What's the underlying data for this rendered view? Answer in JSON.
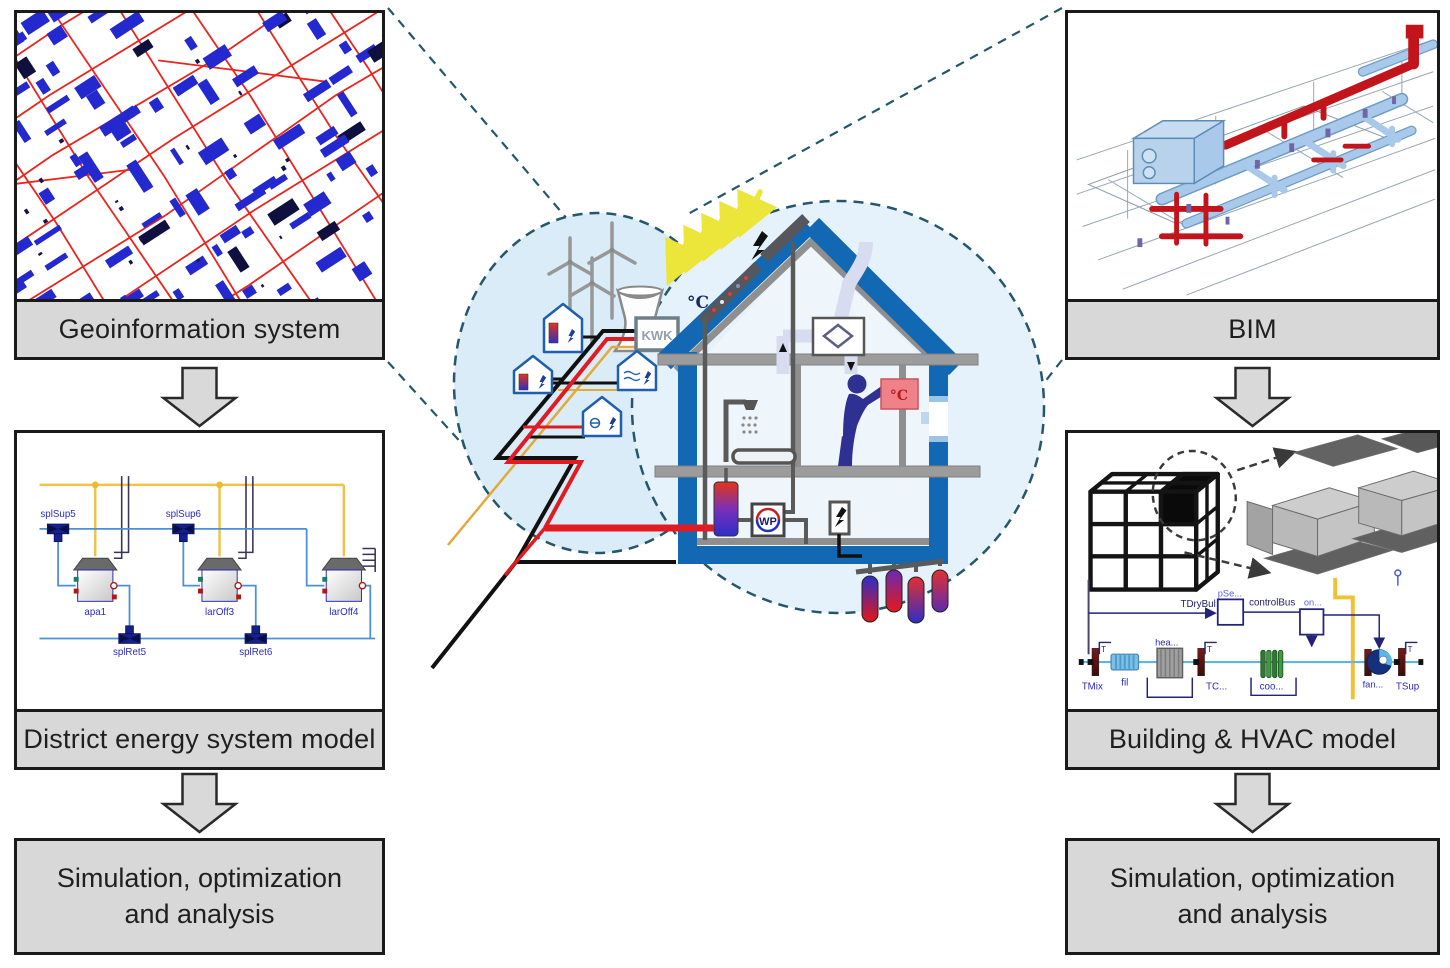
{
  "left_column": {
    "figure_label": "Geoinformation system",
    "model_label": "District energy system model",
    "result_line1": "Simulation, optimization",
    "result_line2": "and analysis",
    "model": {
      "splSup5": "splSup5",
      "splSup6": "splSup6",
      "splRet5": "splRet5",
      "splRet6": "splRet6",
      "building1": "apa1",
      "building2": "larOff3",
      "building3": "larOff4"
    }
  },
  "right_column": {
    "figure_label": "BIM",
    "model_label": "Building & HVAC model",
    "result_line1": "Simulation, optimization",
    "result_line2": "and analysis",
    "hvac": {
      "TDryBul": "TDryBul",
      "pSe": "pSe...",
      "controlBus": "controlBus",
      "on": "on...",
      "TMix": "TMix",
      "fil": "fil",
      "hea": "hea...",
      "TC": "TC...",
      "coo": "coo...",
      "fan": "fan...",
      "TSup": "TSup"
    }
  },
  "center": {
    "chp_label": "KWK",
    "heat_pump_label": "WP",
    "outdoor_temp_label": "°C",
    "indoor_temp_label": "°C"
  },
  "colors": {
    "box_gray": "#d8d8d8",
    "house_blue": "#1268b3",
    "dash_teal": "#24576c",
    "district_red": "#e11b22",
    "district_black": "#111111",
    "electricity_yellow": "#f0c040",
    "modelica_navy": "#2a2ac0",
    "gis_building_blue": "#2428cf",
    "gis_street_red": "#e8251f",
    "bim_duct_blue": "#a9c9ea",
    "bim_duct_red": "#c2151b"
  }
}
